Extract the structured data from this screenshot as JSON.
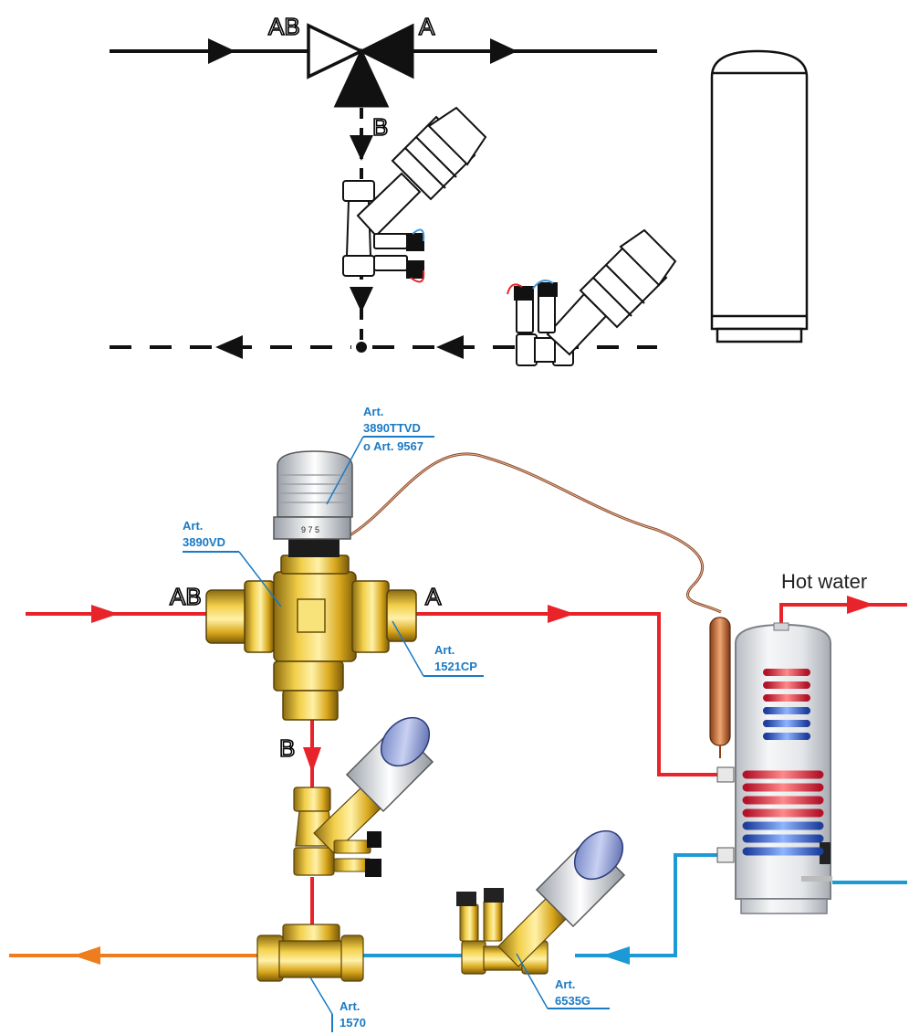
{
  "schematic": {
    "port_ab": "AB",
    "port_a": "A",
    "port_b": "B"
  },
  "installation": {
    "port_ab": "AB",
    "port_a": "A",
    "port_b": "B",
    "hot_water_label": "Hot water"
  },
  "callouts": {
    "actuator": [
      "Art.",
      "3890TTVD",
      "o Art. 9567"
    ],
    "valve": [
      "Art.",
      "3890VD"
    ],
    "fitting": [
      "Art.",
      "1521CP"
    ],
    "tee": [
      "Art.",
      "1570"
    ],
    "balancing": [
      "Art.",
      "6535G"
    ]
  },
  "colors": {
    "hot_pipe": "#e8232a",
    "cold_pipe": "#1c9ad6",
    "mixed_pipe": "#f07d1d",
    "callout_text": "#1a7ac4",
    "brass": "#e3b520",
    "schematic_line": "#111111"
  }
}
